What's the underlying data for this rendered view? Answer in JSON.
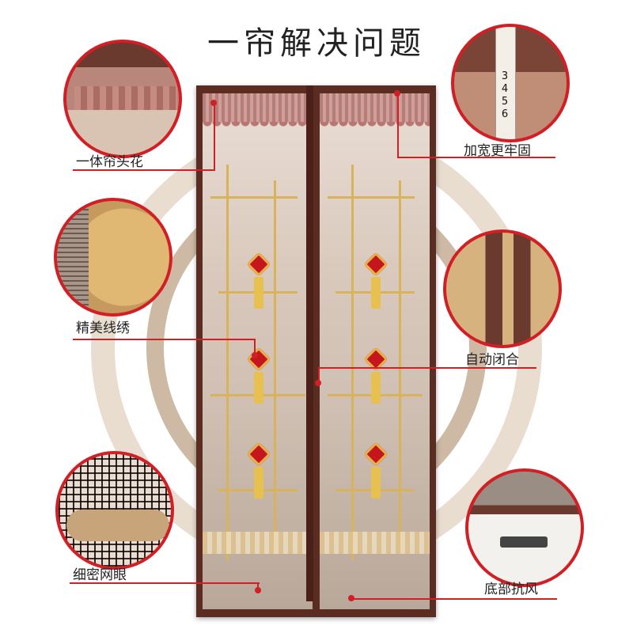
{
  "title": "一帘解决问题",
  "features": {
    "top_left": "一体帘头花",
    "top_right": "加宽更牢固",
    "mid_left": "精美线绣",
    "mid_right": "自动闭合",
    "bottom_left": "细密网眼",
    "bottom_right": "底部抗风"
  },
  "ruler_digits": "3 4 5 6",
  "colors": {
    "accent": "#d21f25",
    "frame": "#5a2c22",
    "ring_outer": "#e9ddd0",
    "ring_inner": "#cdb9a4"
  }
}
